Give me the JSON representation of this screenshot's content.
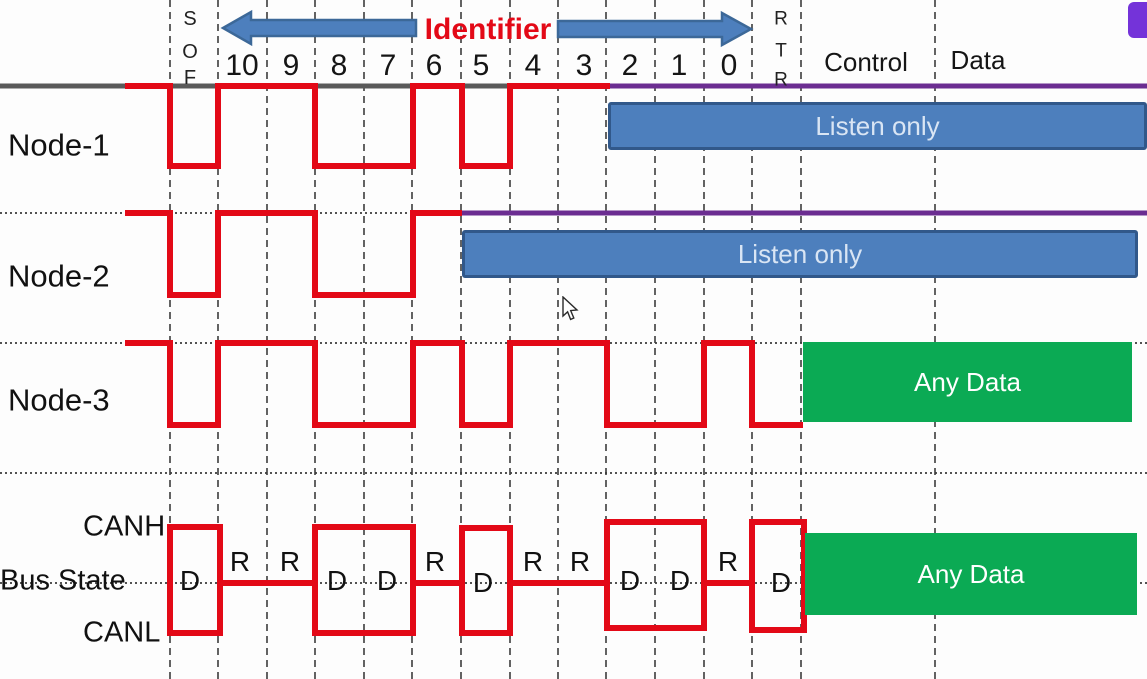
{
  "header": {
    "sof_letters": [
      "S",
      "O",
      "F"
    ],
    "identifier_label": "Identifier",
    "bit_numbers": [
      "10",
      "9",
      "8",
      "7",
      "6",
      "5",
      "4",
      "3",
      "2",
      "1",
      "0"
    ],
    "rtr_letters": [
      "R",
      "T",
      "R"
    ],
    "control_label": "Control",
    "data_label": "Data"
  },
  "rows": {
    "node1": {
      "label": "Node-1",
      "bar_label": "Listen only"
    },
    "node2": {
      "label": "Node-2",
      "bar_label": "Listen only"
    },
    "node3": {
      "label": "Node-3",
      "bar_label": "Any Data"
    }
  },
  "bus": {
    "canh_label": "CANH",
    "state_label": "Bus State",
    "canl_label": "CANL",
    "bar_label": "Any Data",
    "bit_states": [
      {
        "bit": "SOF",
        "state": "D"
      },
      {
        "bit": "10",
        "state": "R"
      },
      {
        "bit": "9",
        "state": "R"
      },
      {
        "bit": "8",
        "state": "D"
      },
      {
        "bit": "7",
        "state": "D"
      },
      {
        "bit": "6",
        "state": "R"
      },
      {
        "bit": "5",
        "state": "D"
      },
      {
        "bit": "4",
        "state": "R"
      },
      {
        "bit": "3",
        "state": "R"
      },
      {
        "bit": "2",
        "state": "D"
      },
      {
        "bit": "1",
        "state": "D"
      },
      {
        "bit": "0",
        "state": "R"
      },
      {
        "bit": "RTR",
        "state": "D"
      }
    ]
  },
  "colors": {
    "waveform_red": "#e30917",
    "bar_blue": "#4d7fbd",
    "bar_blue_border": "#31588a",
    "bar_green": "#0baa54",
    "purple_line": "#6b2d91",
    "corner_shape_violet": "#7433d9",
    "bus_line_gray": "#5a5a5a"
  }
}
